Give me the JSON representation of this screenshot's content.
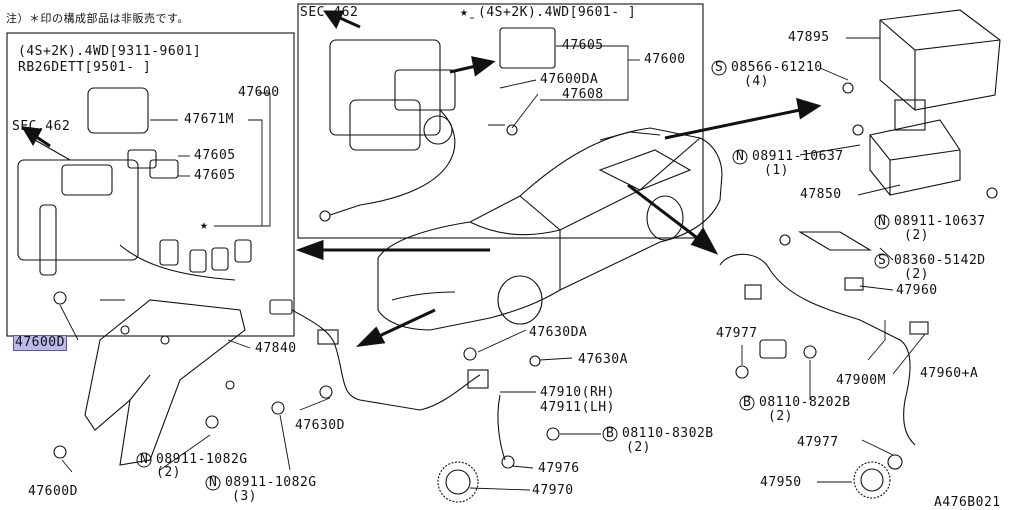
{
  "note": "注）＊印の構成部品は非販売です。",
  "diagram_id": "A476B021",
  "box_left": {
    "variant": "(4S+2K).4WD[9311-9601]",
    "engine": "RB26DETT[9501-     ]",
    "sec": "SEC.462",
    "p47600": "47600",
    "p47671M": "47671M",
    "p47605a": "47605",
    "p47605b": "47605",
    "star": "★"
  },
  "box_top": {
    "sec": "SEC.462",
    "star": "★",
    "variant": "(4S+2K).4WD[9601-     ]",
    "p47605": "47605",
    "p47600": "47600",
    "p47600DA": "47600DA",
    "p47608": "47608"
  },
  "right_parts": {
    "p47895": "47895",
    "s08566": "08566-61210",
    "s08566_qty": "(4)",
    "n08911a": "08911-10637",
    "n08911a_qty": "(1)",
    "p47850": "47850",
    "n08911b": "08911-10637",
    "n08911b_qty": "(2)",
    "s08360": "08360-5142D",
    "s08360_qty": "(2)",
    "p47960": "47960",
    "p47977a": "47977",
    "p47900M": "47900M",
    "p47960A": "47960+A",
    "b08110a": "08110-8202B",
    "b08110a_qty": "(2)",
    "p47977b": "47977",
    "p47950": "47950"
  },
  "center_parts": {
    "p47630DA": "47630DA",
    "p47630A": "47630A",
    "p47910": "47910(RH)",
    "p47911": "47911(LH)",
    "p47630D": "47630D",
    "b08110b": "08110-8302B",
    "b08110b_qty": "(2)",
    "p47976": "47976",
    "p47970": "47970"
  },
  "left_parts": {
    "p47600D_hl": "47600D",
    "p47840": "47840",
    "n08911c": "08911-1082G",
    "n08911c_qty": "(2)",
    "n08911d": "08911-1082G",
    "n08911d_qty": "(3)",
    "p47600D": "47600D"
  },
  "circle_letters": {
    "s": "S",
    "n": "N",
    "b": "B"
  }
}
